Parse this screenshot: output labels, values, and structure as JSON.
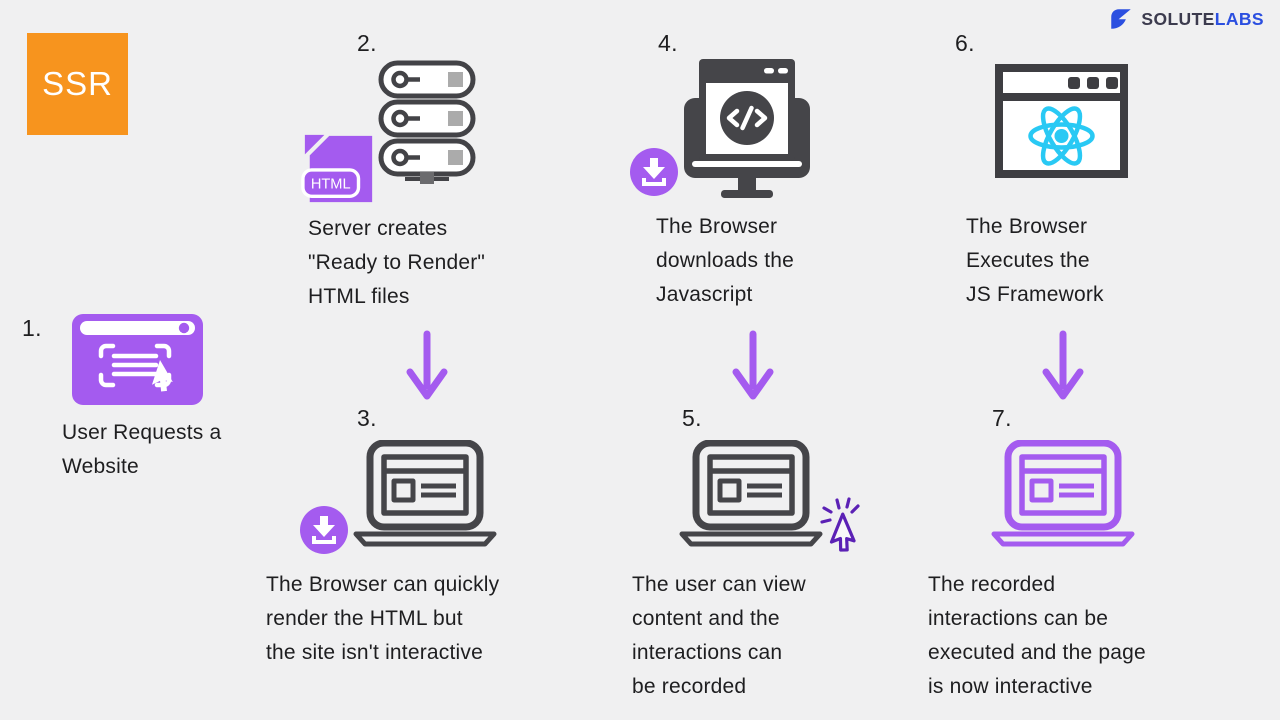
{
  "badge": {
    "label": "SSR"
  },
  "logo": {
    "brand_first": "SOLUTE",
    "brand_second": "LABS"
  },
  "steps": [
    {
      "number": "1.",
      "caption": "User Requests a\nWebsite"
    },
    {
      "number": "2.",
      "caption": "Server creates\n\"Ready to Render\"\nHTML files",
      "file_label": "HTML"
    },
    {
      "number": "3.",
      "caption": "The Browser can quickly\nrender the HTML but\nthe site isn't interactive"
    },
    {
      "number": "4.",
      "caption": "The Browser\ndownloads the\nJavascript"
    },
    {
      "number": "5.",
      "caption": "The user can view\ncontent and the\ninteractions can\nbe recorded"
    },
    {
      "number": "6.",
      "caption": "The Browser\nExecutes the\nJS Framework"
    },
    {
      "number": "7.",
      "caption": "The recorded\ninteractions can be\nexecuted and the page\nis now interactive"
    }
  ],
  "colors": {
    "background": "#f0f0f1",
    "accent_purple": "#a45bef",
    "accent_orange": "#f7941e",
    "icon_dark": "#434347",
    "react_cyan": "#29c9f4",
    "logo_blue": "#2b4fe0",
    "click_purple": "#5b21b5",
    "text": "#1e1e20"
  }
}
